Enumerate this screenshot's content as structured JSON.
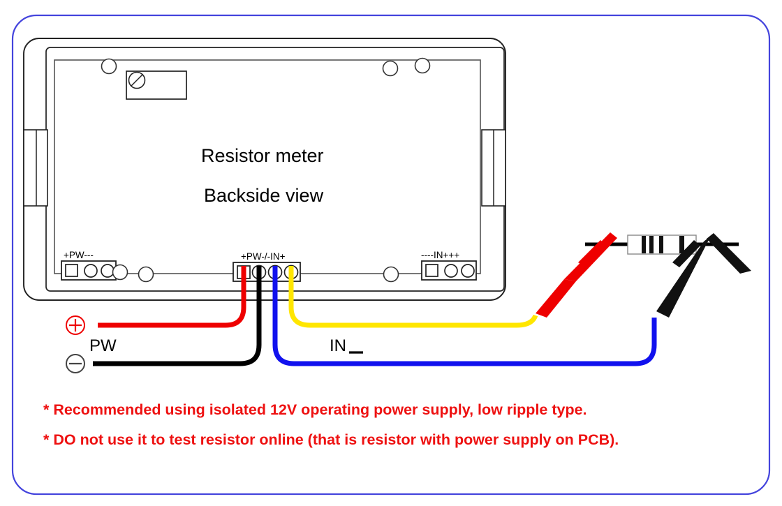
{
  "page": {
    "border_color": "#4444dd",
    "background": "#ffffff"
  },
  "device": {
    "name": "resistor-meter",
    "title_line1": "Resistor meter",
    "title_line2": "Backside view",
    "outline_color": "#222222",
    "trimmer": {
      "label": "adjustment-trimmer"
    },
    "connectors": [
      {
        "id": "left-power-connector",
        "label": "+PW---",
        "pins": 3,
        "extra_holes": 2
      },
      {
        "id": "center-connector",
        "label": "+PW-/-IN+",
        "pins": 4,
        "wire_colors": [
          "#ee0000",
          "#000000",
          "#1111ee",
          "#ffe600"
        ]
      },
      {
        "id": "right-input-connector",
        "label": "----IN+++",
        "pins": 3
      }
    ],
    "mounting_holes": 6
  },
  "supply": {
    "plus_symbol": "+",
    "minus_symbol": "−",
    "plus_color": "#ee0000",
    "minus_color": "#333333",
    "label": "PW",
    "plus_wire_color": "#ee0000",
    "minus_wire_color": "#000000"
  },
  "input": {
    "label": "IN",
    "underline": "_",
    "probe_wire_colors": {
      "positive": "#ffe600",
      "negative": "#1111ee"
    }
  },
  "dut": {
    "name": "resistor-under-test",
    "body_color": "#ffffff",
    "band_color": "#111111",
    "bands": 4,
    "lead_color": "#000000",
    "probes": [
      {
        "id": "red-test-clip",
        "color": "#ee0000"
      },
      {
        "id": "black-test-clip",
        "color": "#111111"
      }
    ]
  },
  "notes": [
    "* Recommended using isolated 12V operating power supply, low ripple type.",
    "* DO not use it to test resistor online (that is resistor with power supply on PCB)."
  ]
}
